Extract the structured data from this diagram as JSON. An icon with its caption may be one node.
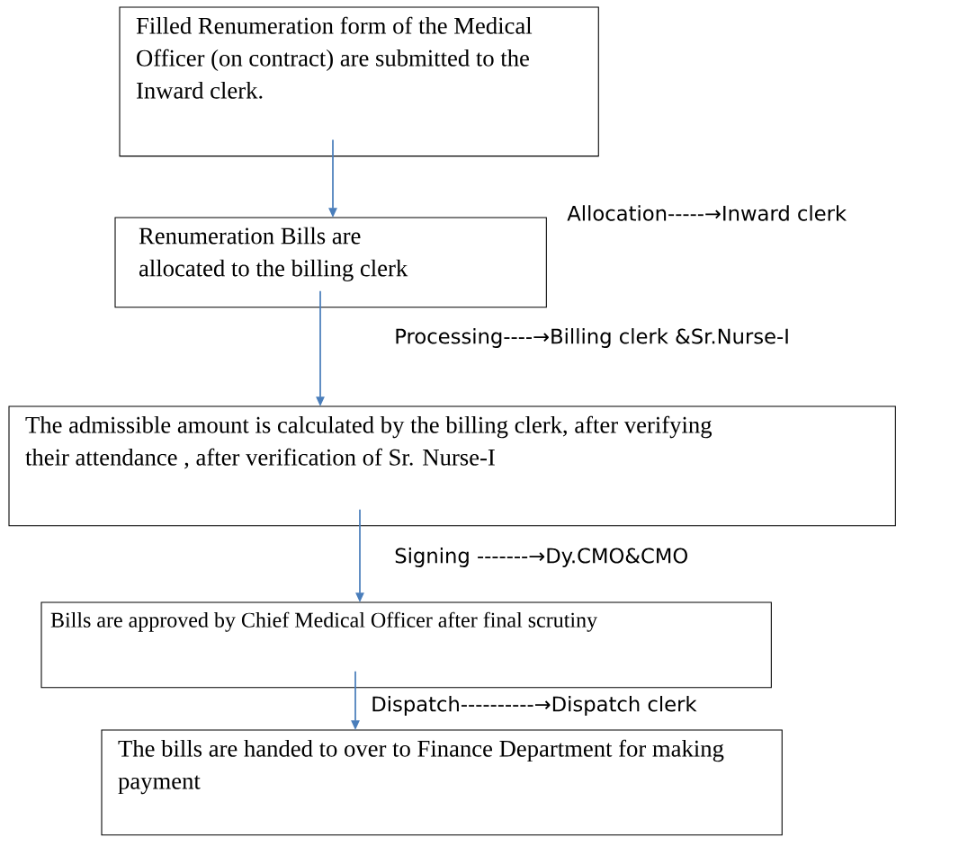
{
  "diagram": {
    "nodes": [
      {
        "text": [
          "Filled Renumeration form of the Medical Officer (on contract) are submitted to the Inward clerk."
        ]
      },
      {
        "text": [
          "Renumeration Bills are allocated to the billing clerk"
        ]
      },
      {
        "text": [
          "The admissible amount is calculated by the billing clerk, after verifying their attendance , after verification of Sr. Nurse-I"
        ]
      },
      {
        "text": [
          "Bills are approved by Chief Medical Officer after final scrutiny"
        ]
      },
      {
        "text": [
          "The bills are handed to over to Finance Department for making payment"
        ]
      }
    ],
    "edges": [
      {
        "from": 0,
        "to": 1,
        "arrow": "to"
      },
      {
        "from": 1,
        "to": 2,
        "arrow": "to"
      },
      {
        "from": 2,
        "to": 3,
        "arrow": "to"
      },
      {
        "from": 3,
        "to": 4,
        "arrow": "to"
      }
    ],
    "labels": [
      "Allocation-----→Inward clerk",
      "Processing----→Billing clerk &Sr.Nurse-I",
      "Signing -------→Dy.CMO&CMO",
      "Dispatch----------→Dispatch clerk"
    ]
  }
}
